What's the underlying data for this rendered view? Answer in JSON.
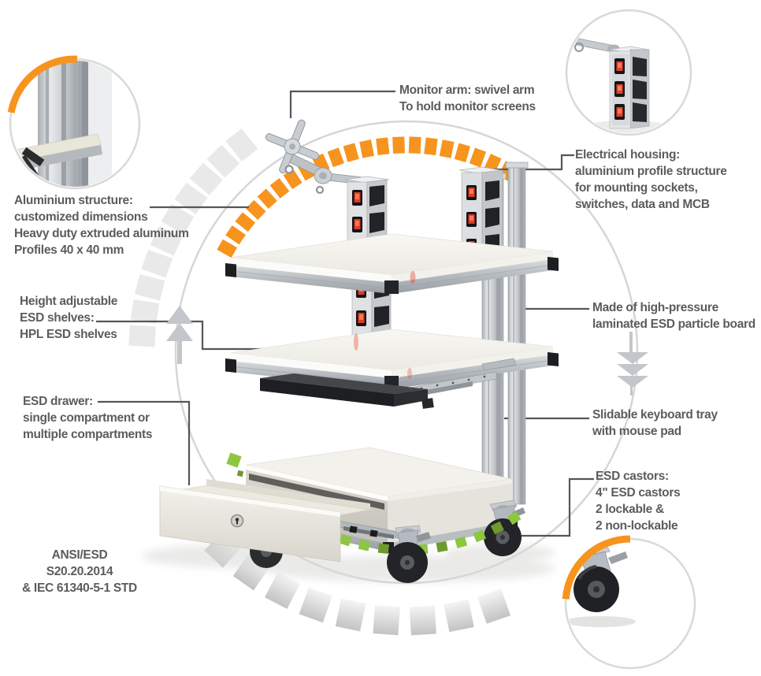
{
  "colors": {
    "orange": "#F7941E",
    "green": "#8DC63F",
    "green_dark": "#6F9A2E",
    "segment_light": "#E9E9E9",
    "circle_stroke": "#D6D6D6",
    "line": "#55565A",
    "text": "#5B5C5F",
    "switch_red": "#E8402A"
  },
  "callouts": {
    "monitor_arm": [
      "Monitor arm: swivel arm",
      "To hold monitor screens"
    ],
    "electrical_housing": [
      "Electrical housing:",
      "aluminium profile structure",
      "for mounting sockets,",
      "switches, data and MCB"
    ],
    "aluminium_structure": [
      "Aluminium structure:",
      "customized dimensions",
      "Heavy duty extruded aluminum",
      "Profiles 40 x 40 mm"
    ],
    "esd_shelves": [
      "Height adjustable",
      "ESD shelves:",
      "HPL ESD shelves"
    ],
    "esd_drawer": [
      "ESD drawer:",
      "single compartment or",
      "multiple compartments"
    ],
    "particle_board": [
      "Made of high-pressure",
      "laminated ESD particle board"
    ],
    "keyboard_tray": [
      "Slidable keyboard tray",
      "with mouse pad"
    ],
    "esd_castors": [
      "ESD castors:",
      "4\" ESD castors",
      "2 lockable &",
      "2 non-lockable"
    ],
    "standards": [
      "ANSI/ESD S20.20.2014",
      "& IEC 61340-5-1 STD"
    ]
  }
}
